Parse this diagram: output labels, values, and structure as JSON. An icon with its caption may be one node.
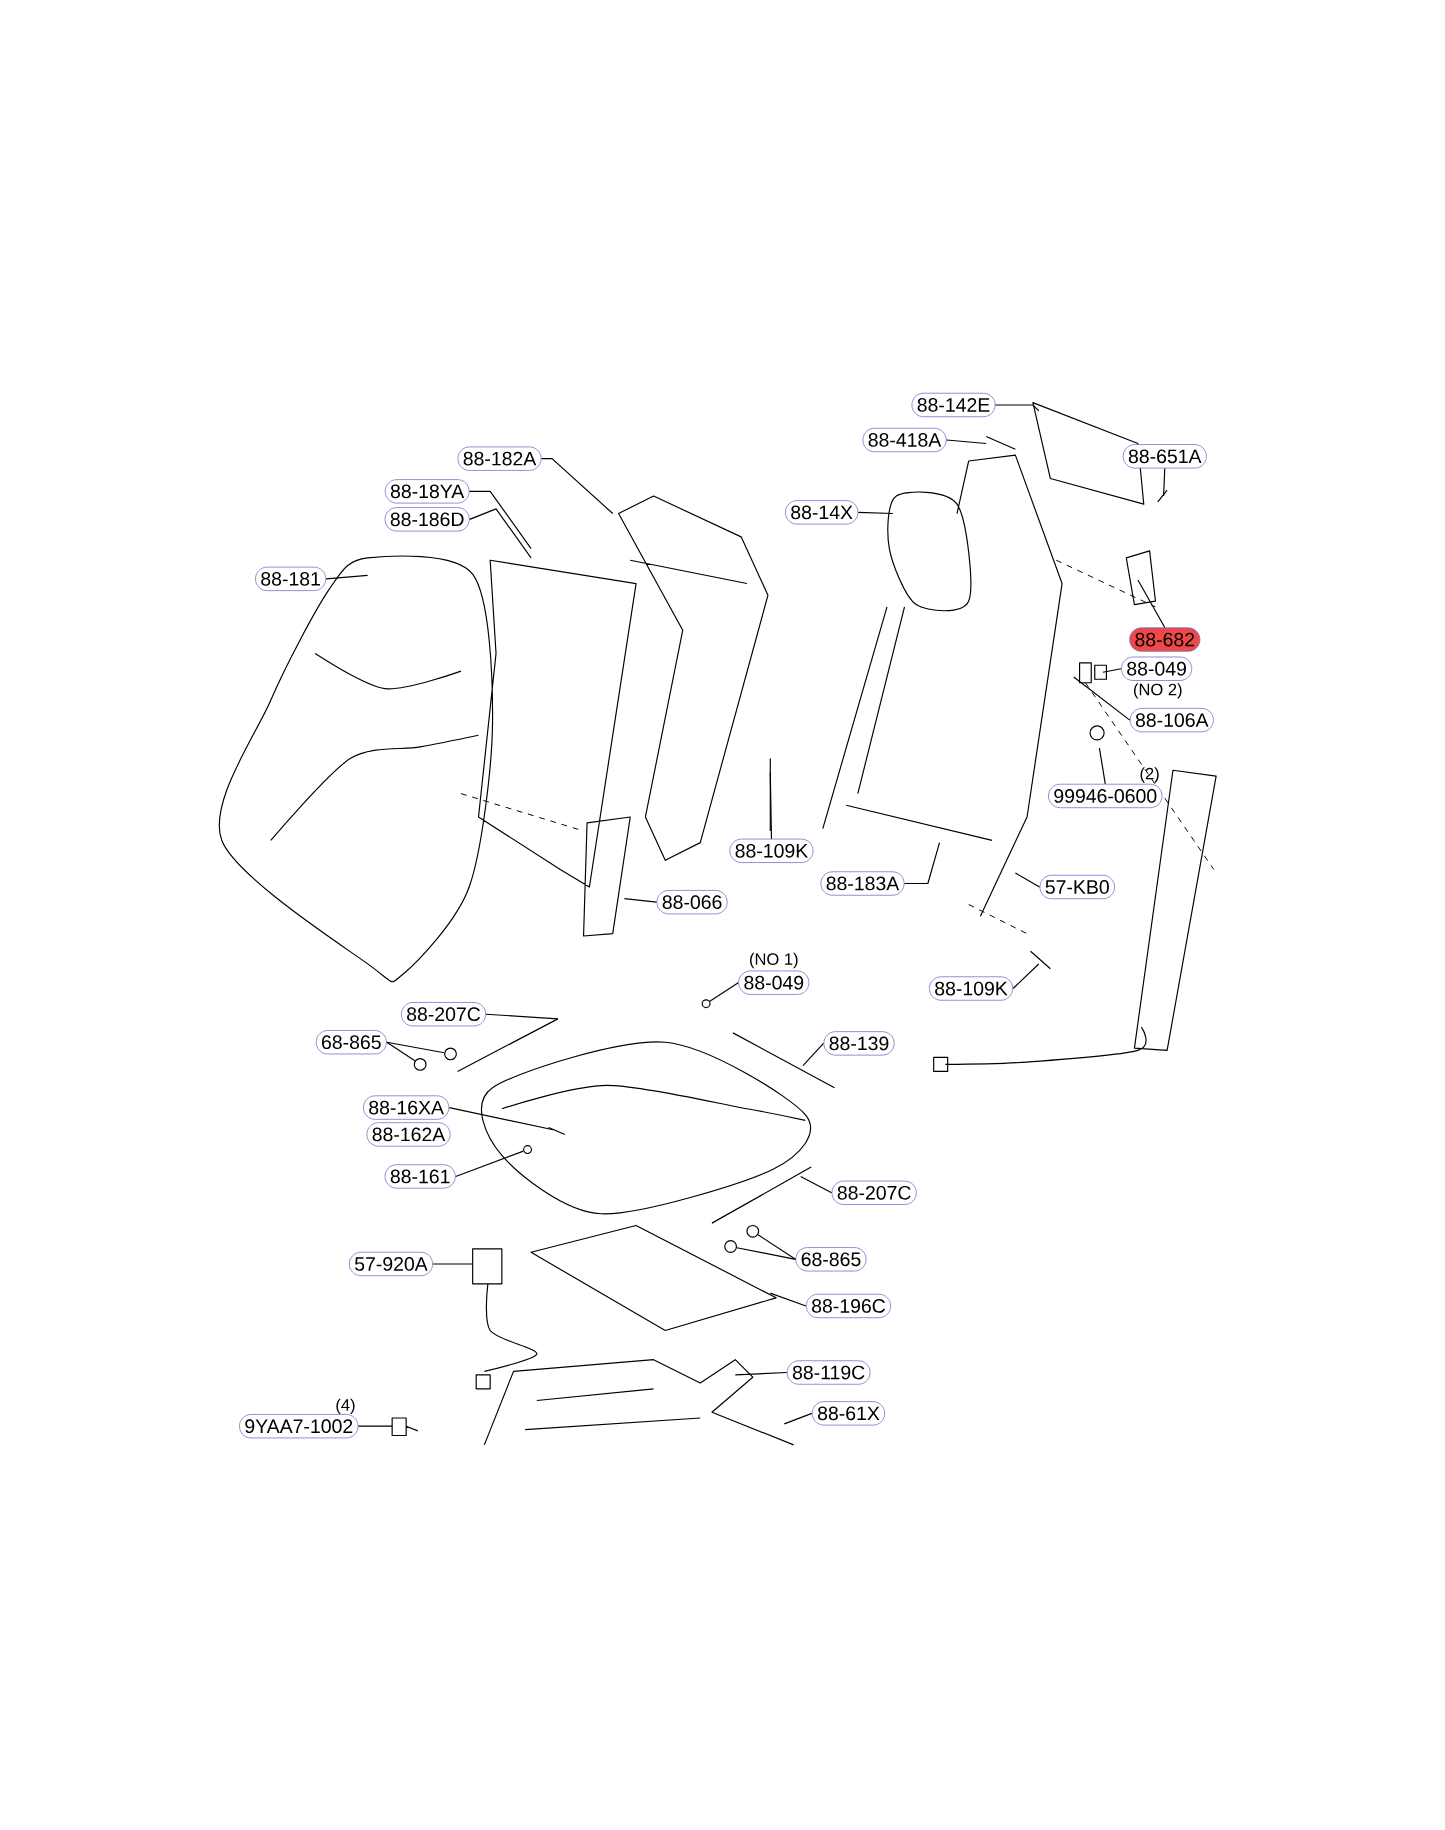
{
  "diagram": {
    "nodes": [
      {
        "text": [
          "88-142E"
        ]
      },
      {
        "text": [
          "88-418A"
        ]
      },
      {
        "text": [
          "88-651A"
        ]
      },
      {
        "text": [
          "88-182A"
        ]
      },
      {
        "text": [
          "88-18YA"
        ]
      },
      {
        "text": [
          "88-186D"
        ]
      },
      {
        "text": [
          "88-14X"
        ]
      },
      {
        "text": [
          "88-181"
        ]
      },
      {
        "text": [
          "88-682"
        ]
      },
      {
        "text": [
          "88-049"
        ],
        "beside": [
          "(NO 2)"
        ]
      },
      {
        "text": [
          "88-106A"
        ]
      },
      {
        "text": [
          "99946-0600"
        ],
        "beside": [
          "(2)"
        ]
      },
      {
        "text": [
          "88-109K"
        ]
      },
      {
        "text": [
          "88-183A"
        ]
      },
      {
        "text": [
          "57-KB0"
        ]
      },
      {
        "text": [
          "88-066"
        ]
      },
      {
        "text": [
          "88-049"
        ],
        "beside": [
          "(NO 1)"
        ]
      },
      {
        "text": [
          "88-109K"
        ]
      },
      {
        "text": [
          "88-207C"
        ]
      },
      {
        "text": [
          "68-865"
        ]
      },
      {
        "text": [
          "88-139"
        ]
      },
      {
        "text": [
          "88-16XA"
        ]
      },
      {
        "text": [
          "88-162A"
        ]
      },
      {
        "text": [
          "88-161"
        ]
      },
      {
        "text": [
          "88-207C"
        ]
      },
      {
        "text": [
          "68-865"
        ]
      },
      {
        "text": [
          "57-920A"
        ]
      },
      {
        "text": [
          "88-196C"
        ]
      },
      {
        "text": [
          "88-119C"
        ]
      },
      {
        "text": [
          "9YAA7-1002"
        ],
        "beside": [
          "(4)"
        ]
      },
      {
        "text": [
          "88-61X"
        ]
      },
      {
        "text": [],
        "shape": "circle"
      },
      {
        "text": [],
        "shape": "circle"
      },
      {
        "text": [],
        "shape": "circle"
      },
      {
        "text": [],
        "shape": "circle"
      },
      {
        "text": [],
        "shape": "circle"
      },
      {
        "text": [],
        "shape": "circle"
      }
    ],
    "edges": [
      {
        "from": 0,
        "to": null,
        "arrow": "none"
      },
      {
        "from": 1,
        "to": null,
        "arrow": "none"
      },
      {
        "from": 2,
        "to": null,
        "arrow": "none"
      },
      {
        "from": 3,
        "to": null,
        "arrow": "none"
      },
      {
        "from": 4,
        "to": null,
        "arrow": "none"
      },
      {
        "from": 5,
        "to": null,
        "arrow": "none"
      },
      {
        "from": 6,
        "to": null,
        "arrow": "none"
      },
      {
        "from": 7,
        "to": null,
        "arrow": "none"
      },
      {
        "from": 8,
        "to": null,
        "arrow": "none"
      },
      {
        "from": 9,
        "to": null,
        "arrow": "none"
      },
      {
        "from": 10,
        "to": null,
        "arrow": "none"
      },
      {
        "from": 11,
        "to": null,
        "arrow": "none"
      },
      {
        "from": 12,
        "to": null,
        "arrow": "none"
      },
      {
        "from": 13,
        "to": null,
        "arrow": "none"
      },
      {
        "from": 14,
        "to": null,
        "arrow": "none"
      },
      {
        "from": 15,
        "to": null,
        "arrow": "none"
      },
      {
        "from": 16,
        "to": 34,
        "arrow": "none"
      },
      {
        "from": 17,
        "to": null,
        "arrow": "none"
      },
      {
        "from": 18,
        "to": null,
        "arrow": "none"
      },
      {
        "from": 19,
        "to": 31,
        "arrow": "none"
      },
      {
        "from": 19,
        "to": 32,
        "arrow": "none"
      },
      {
        "from": 20,
        "to": null,
        "arrow": "none"
      },
      {
        "from": 21,
        "to": null,
        "arrow": "none"
      },
      {
        "from": 23,
        "to": 33,
        "arrow": "none"
      },
      {
        "from": 24,
        "to": null,
        "arrow": "none"
      },
      {
        "from": 25,
        "to": 36,
        "arrow": "none"
      },
      {
        "from": 25,
        "to": 35,
        "arrow": "none"
      },
      {
        "from": 26,
        "to": null,
        "arrow": "none"
      },
      {
        "from": 27,
        "to": null,
        "arrow": "none"
      },
      {
        "from": 28,
        "to": null,
        "arrow": "none"
      },
      {
        "from": 29,
        "to": null,
        "arrow": "none"
      },
      {
        "from": 30,
        "to": null,
        "arrow": "none"
      }
    ]
  }
}
